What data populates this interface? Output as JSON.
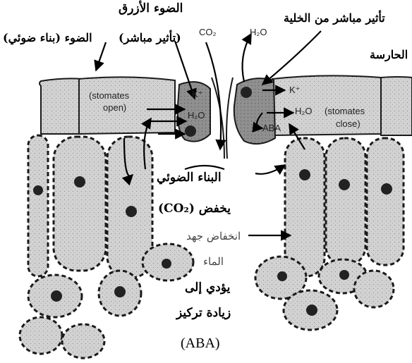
{
  "labels": {
    "blue_light": "الضوء الأزرق",
    "direct_effect": "(تأثير مباشر)",
    "light_photosynthesis": "الضوء (بناء ضوئي)",
    "co2_top": "CO₂",
    "h2o_top": "H₂O",
    "guard_direct_line1": "تأثير مباشر من الخلية",
    "guard_direct_line2": "الحارسة",
    "photosynthesis": "البناء الضوئي",
    "reduces_co2": "يخفض (CO₂)",
    "water_drop_line1": "انخفاض جهد",
    "water_drop_line2": "الماء",
    "leads_to": "يؤدي إلى",
    "increase_conc": "زيادة تركيز",
    "aba_bottom": "(ABA)"
  },
  "cell_labels": {
    "stomates_open_1": "(stomates",
    "stomates_open_2": "open)",
    "stomates_close_1": "(stomates",
    "stomates_close_2": "close)",
    "k_left": "K⁺",
    "h2o_left": "H₂O",
    "k_right": "K⁺",
    "h2o_right": "H₂O",
    "aba_cell": "ABA"
  },
  "colors": {
    "cell_fill": "#cfcfcf",
    "cell_stroke": "#1a1a1a",
    "guard_fill": "#8d8d8d",
    "nucleus": "#222222",
    "ink": "#000000"
  }
}
